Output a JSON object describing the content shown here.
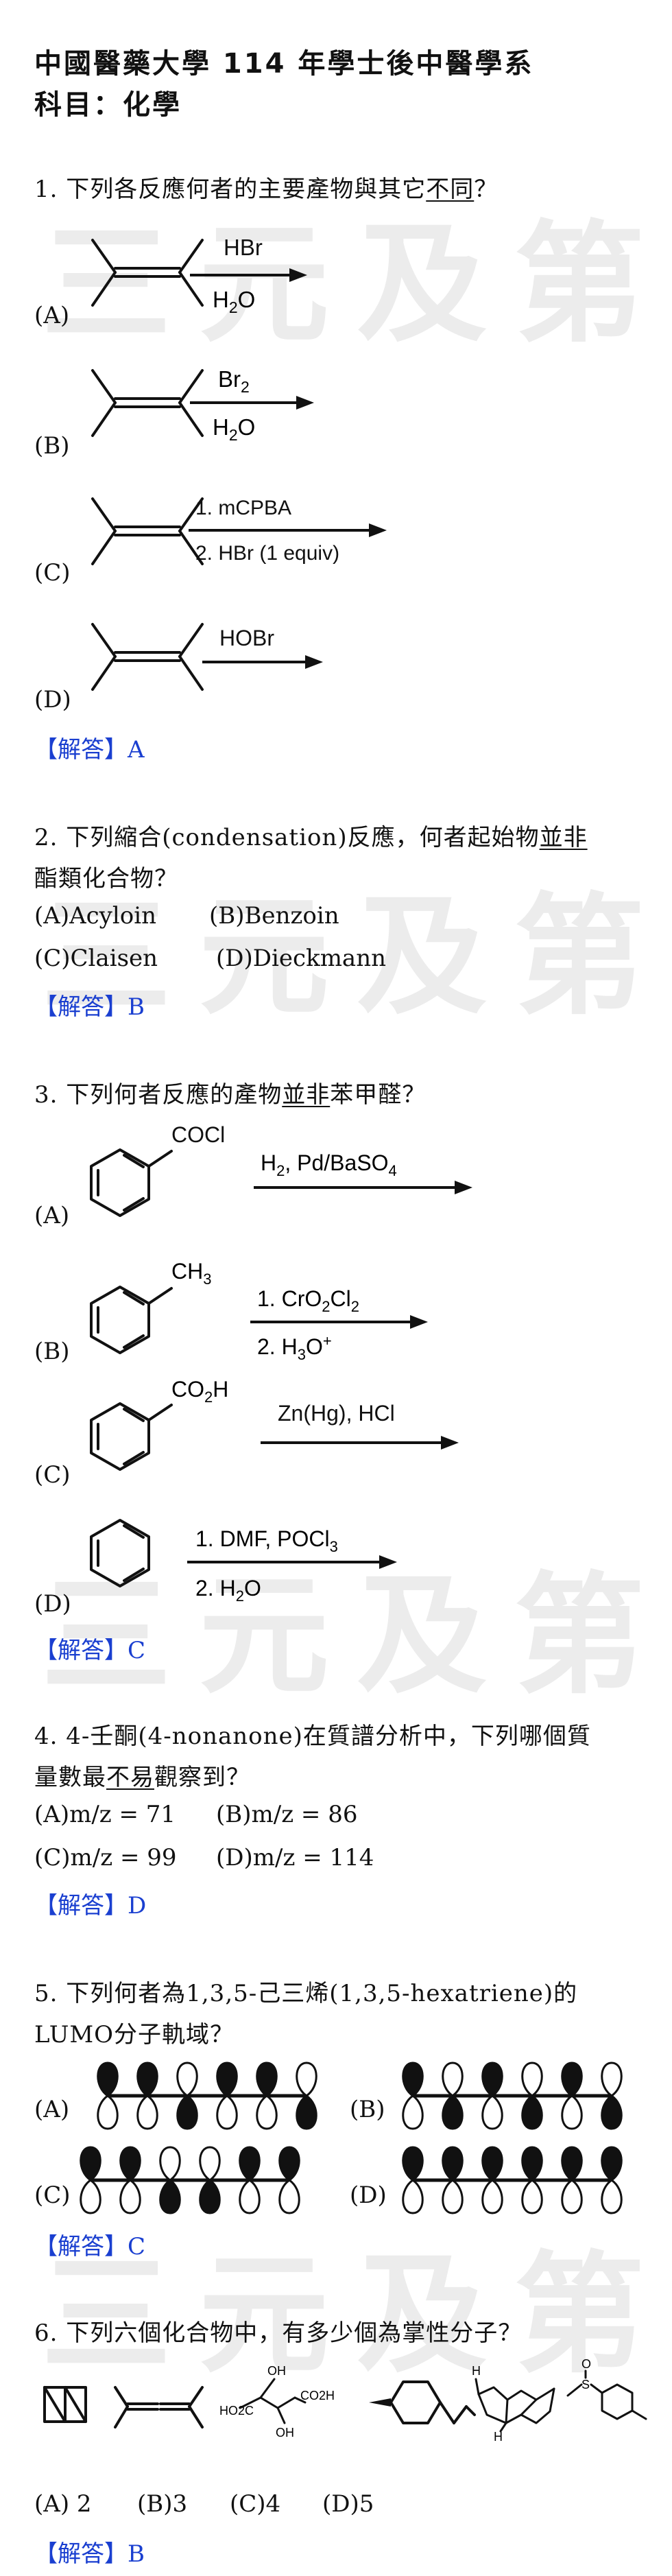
{
  "header": {
    "title": "中國醫藥大學 114 年學士後中醫學系",
    "subject": "科目：化學"
  },
  "watermark": "三元及第",
  "answer_label": "【解答】",
  "q1": {
    "stem_pre": "1. 下列各反應何者的主要產物與其它",
    "stem_u": "不同",
    "stem_post": "？",
    "options": [
      {
        "label": "(A)",
        "reagent_top": "HBr",
        "reagent_bottom": "H2O"
      },
      {
        "label": "(B)",
        "reagent_top": "Br2",
        "reagent_bottom": "H2O"
      },
      {
        "label": "(C)",
        "reagent_top": "1. mCPBA",
        "reagent_bottom": "2. HBr (1 equiv)"
      },
      {
        "label": "(D)",
        "reagent_top": "HOBr",
        "reagent_bottom": ""
      }
    ],
    "answer": "A"
  },
  "q2": {
    "stem_pre": "2. 下列縮合(condensation)反應，何者起始物",
    "stem_u": "並非",
    "line2": "酯類化合物？",
    "options": [
      "(A)Acyloin",
      "(B)Benzoin",
      "(C)Claisen",
      "(D)Dieckmann"
    ],
    "answer": "B"
  },
  "q3": {
    "stem_pre": "3. 下列何者反應的產物",
    "stem_u": "並非",
    "stem_post": "苯甲醛？",
    "options": [
      {
        "label": "(A)",
        "group": "COCl",
        "reagent_top": "H2, Pd/BaSO4",
        "reagent_bottom": ""
      },
      {
        "label": "(B)",
        "group": "CH3",
        "reagent_top": "1. CrO2Cl2",
        "reagent_bottom": "2. H3O+"
      },
      {
        "label": "(C)",
        "group": "CO2H",
        "reagent_top": "Zn(Hg), HCl",
        "reagent_bottom": ""
      },
      {
        "label": "(D)",
        "group": "",
        "reagent_top": "1. DMF, POCl3",
        "reagent_bottom": "2. H2O"
      }
    ],
    "answer": "C"
  },
  "q4": {
    "stem": "4. 4-壬酮(4-nonanone)在質譜分析中，下列哪個質",
    "line2_pre": "量數最",
    "line2_u": "不易",
    "line2_post": "觀察到？",
    "options": [
      "(A)m/z = 71",
      "(B)m/z = 86",
      "(C)m/z = 99",
      "(D)m/z = 114"
    ],
    "answer": "D"
  },
  "q5": {
    "stem": "5. 下列何者為1,3,5-己三烯(1,3,5-hexatriene)的",
    "line2": "LUMO分子軌域？",
    "options": [
      {
        "label": "(A)",
        "top_dark": [
          1,
          1,
          0,
          1,
          1,
          0
        ]
      },
      {
        "label": "(B)",
        "top_dark": [
          1,
          0,
          1,
          0,
          1,
          0
        ]
      },
      {
        "label": "(C)",
        "top_dark": [
          1,
          1,
          0,
          0,
          1,
          1
        ]
      },
      {
        "label": "(D)",
        "top_dark": [
          1,
          1,
          1,
          1,
          1,
          1
        ]
      }
    ],
    "answer": "C"
  },
  "q6": {
    "stem": "6. 下列六個化合物中，有多少個為掌性分子？",
    "structure_text": {
      "oh1": "OH",
      "oh2": "OH",
      "co2h1": "HO2C",
      "co2h2": "CO2H",
      "h1": "H",
      "h2": "H",
      "o": "O",
      "s": "S"
    },
    "options": [
      "(A) 2",
      "(B)3",
      "(C)4",
      "(D)5"
    ],
    "answer": "B"
  }
}
